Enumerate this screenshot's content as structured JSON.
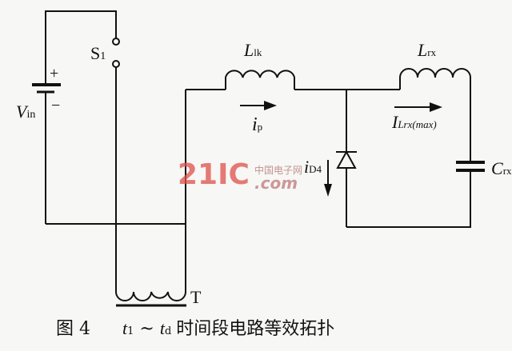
{
  "labels": {
    "vin": "V",
    "vin_sub": "in",
    "plus": "+",
    "minus": "−",
    "s1": "S",
    "s1_sub": "1",
    "llk": "L",
    "llk_sub": "lk",
    "lrx": "L",
    "lrx_sub": "rx",
    "ip": "i",
    "ip_sub": "p",
    "ilrx": "I",
    "ilrx_sub": "Lrx(max)",
    "id4": "i",
    "id4_sub": "D4",
    "crx": "C",
    "crx_sub": "rx",
    "t": "T"
  },
  "caption": {
    "fig": "图 4",
    "t1": "t",
    "t1_sub": "1",
    "tilde": " ~ ",
    "td": "t",
    "td_sub": "d",
    "text": "时间段电路等效拓扑"
  },
  "watermark": {
    "logo": "21IC",
    "sub": "中国电子网",
    "dotcom": ".com"
  }
}
